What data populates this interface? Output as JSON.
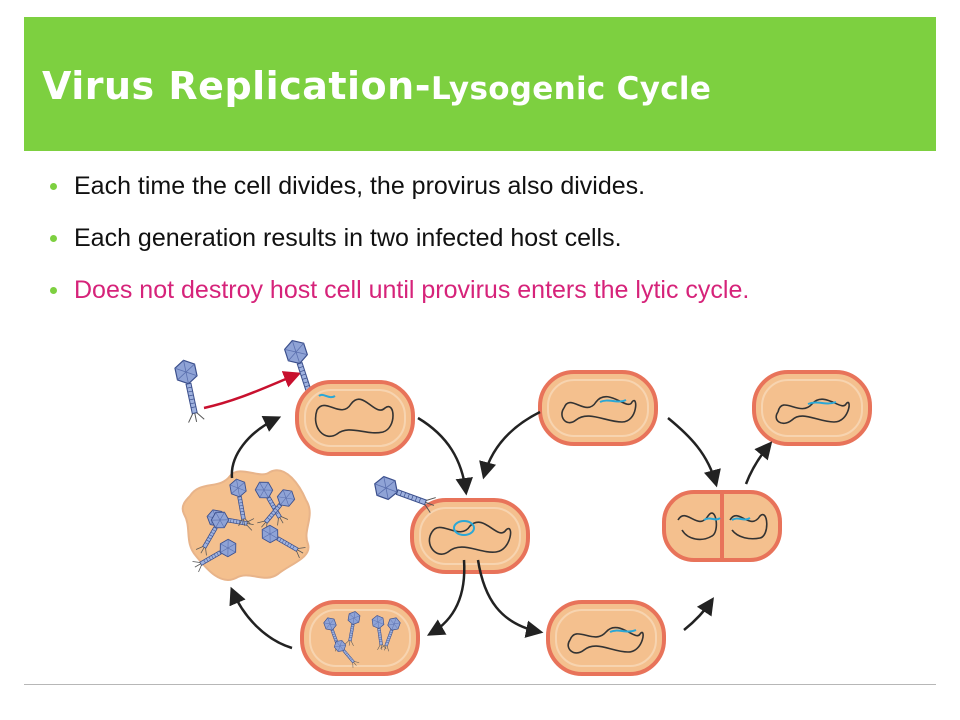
{
  "slide": {
    "title_main": "Virus Replication-",
    "title_sub": "Lysogenic Cycle"
  },
  "bullets": [
    {
      "text": "Each time the cell divides, the provirus also divides.",
      "color": "#111111"
    },
    {
      "text": "Each generation results in two infected host cells.",
      "color": "#111111"
    },
    {
      "text": "Does not destroy host cell until provirus enters the lytic cycle.",
      "color": "#d6237a"
    }
  ],
  "colors": {
    "title_bar": "#7dd040",
    "cell_fill": "#f4c08e",
    "cell_border": "#e8735a",
    "dna": "#333333",
    "provirus": "#2aa7d6",
    "virus": "#8fa3d6",
    "arrow": "#222222",
    "infection_arrow": "#c8102e"
  },
  "diagram_icons": [
    "bacteriophage-icon",
    "bacterial-cell-icon",
    "lysed-cell-icon",
    "cycle-arrow-icon"
  ]
}
